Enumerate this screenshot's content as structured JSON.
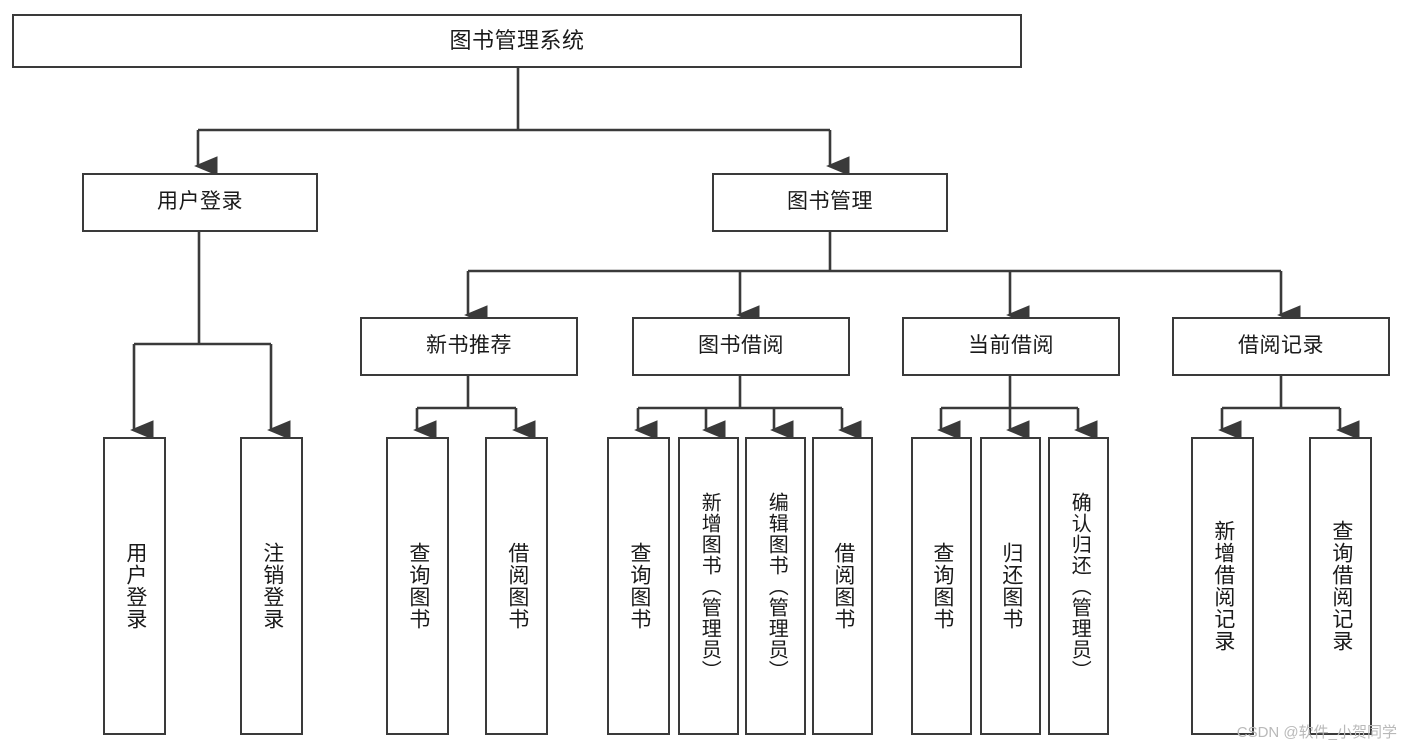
{
  "diagram": {
    "type": "tree",
    "title": "图书管理系统",
    "colors": {
      "stroke": "#3a3a3a",
      "fill": "#ffffff",
      "text": "#1a1a1a",
      "watermark": "#b9b9b9"
    },
    "watermark": "CSDN @软件_小贺同学",
    "nodes": {
      "root": {
        "label": "图书管理系统"
      },
      "level2": [
        {
          "id": "user-login",
          "label": "用户登录"
        },
        {
          "id": "book-manage",
          "label": "图书管理"
        }
      ],
      "level3": [
        {
          "id": "new-book-rec",
          "label": "新书推荐"
        },
        {
          "id": "book-borrow",
          "label": "图书借阅"
        },
        {
          "id": "current-borrow",
          "label": "当前借阅"
        },
        {
          "id": "borrow-record",
          "label": "借阅记录"
        }
      ],
      "leaves": {
        "user-login": [
          {
            "id": "leaf-user-login",
            "label": "用户登录"
          },
          {
            "id": "leaf-logout",
            "label": "注销登录"
          }
        ],
        "new-book-rec": [
          {
            "id": "leaf-query-book-1",
            "label": "查询图书"
          },
          {
            "id": "leaf-borrow-book-1",
            "label": "借阅图书"
          }
        ],
        "book-borrow": [
          {
            "id": "leaf-query-book-2",
            "label": "查询图书"
          },
          {
            "id": "leaf-add-book",
            "label": "新增图书（管理员）"
          },
          {
            "id": "leaf-edit-book",
            "label": "编辑图书（管理员）"
          },
          {
            "id": "leaf-borrow-book-2",
            "label": "借阅图书"
          }
        ],
        "current-borrow": [
          {
            "id": "leaf-query-book-3",
            "label": "查询图书"
          },
          {
            "id": "leaf-return-book",
            "label": "归还图书"
          },
          {
            "id": "leaf-confirm-return",
            "label": "确认归还（管理员）"
          }
        ],
        "borrow-record": [
          {
            "id": "leaf-add-record",
            "label": "新增借阅记录"
          },
          {
            "id": "leaf-query-record",
            "label": "查询借阅记录"
          }
        ]
      }
    }
  }
}
